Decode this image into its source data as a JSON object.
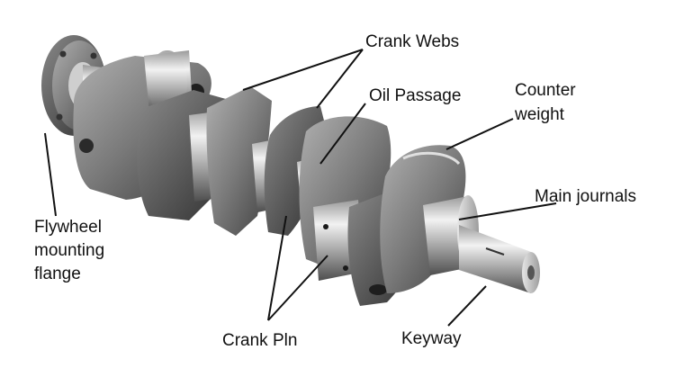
{
  "figure": {
    "subject": "crankshaft-photo",
    "labels": {
      "crank_webs": "Crank Webs",
      "oil_passage": "Oil Passage",
      "counter_weight_line1": "Counter",
      "counter_weight_line2": "weight",
      "main_journals": "Main journals",
      "flywheel_line1": "Flywheel",
      "flywheel_line2": "mounting",
      "flywheel_line3": "flange",
      "crank_pin": "Crank Pln",
      "keyway": "Keyway"
    }
  },
  "colors": {
    "background": "#ffffff",
    "text": "#111111",
    "leader": "#111111",
    "metal_dark": "#4a4a4a",
    "metal_mid": "#8a8a8a",
    "metal_light": "#d8d8d8"
  }
}
